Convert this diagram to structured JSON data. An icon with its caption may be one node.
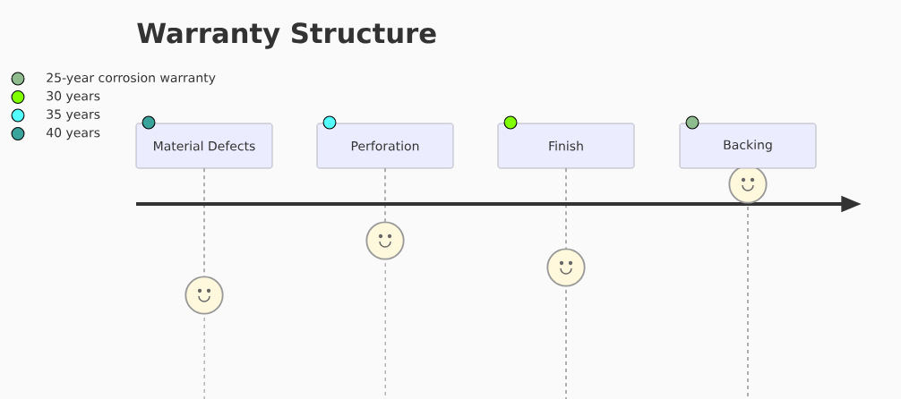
{
  "diagram": {
    "title": "Warranty Structure",
    "nodes": [
      {
        "text": [
          "Material Defects"
        ]
      },
      {
        "text": [
          "Perforation"
        ]
      },
      {
        "text": [
          "Finish"
        ]
      },
      {
        "text": [
          "Backing"
        ]
      },
      {
        "text": [],
        "shape": "picture"
      },
      {
        "text": [],
        "shape": "picture"
      },
      {
        "text": [],
        "shape": "picture"
      },
      {
        "text": [],
        "shape": "picture"
      }
    ],
    "edges": [
      {
        "from": 0,
        "to": 4,
        "arrow": "none",
        "style": "dashed"
      },
      {
        "from": 1,
        "to": 5,
        "arrow": "none",
        "style": "dashed"
      },
      {
        "from": 2,
        "to": 6,
        "arrow": "none",
        "style": "dashed"
      }
    ],
    "legend": [
      {
        "text": "25-year corrosion warranty",
        "color": "#8fbc8f"
      },
      {
        "text": "30 years",
        "color": "#7fff00"
      },
      {
        "text": "35 years",
        "color": "#54ffff"
      },
      {
        "text": "40 years",
        "color": "#3aa39b"
      }
    ]
  }
}
